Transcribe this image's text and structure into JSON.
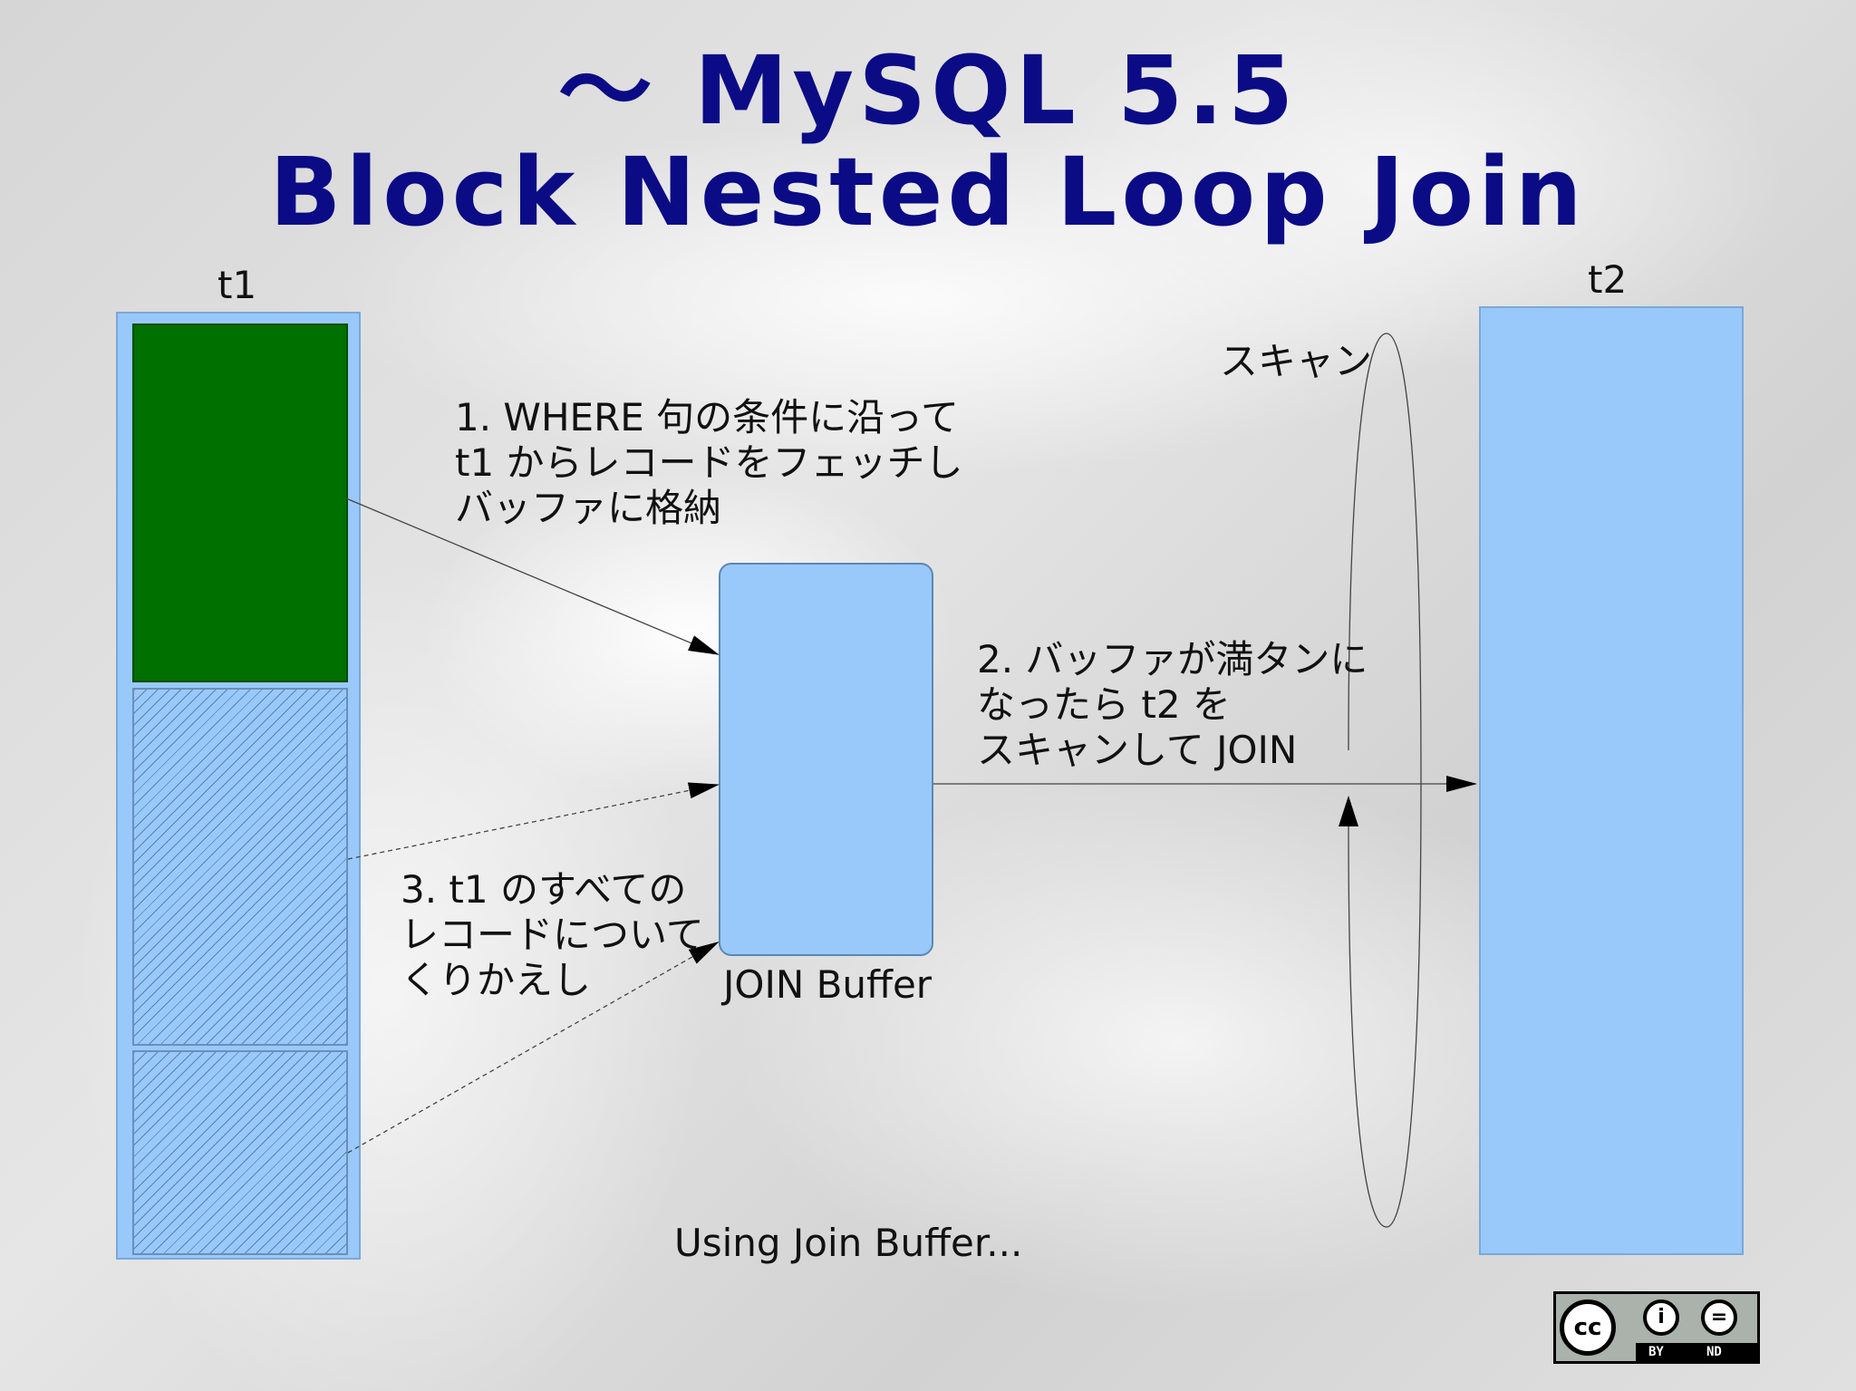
{
  "title": {
    "line1": "〜 MySQL 5.5",
    "line2": "Block Nested Loop Join"
  },
  "tables": {
    "t1": "t1",
    "t2": "t2"
  },
  "buffer_label": "JOIN Buffer",
  "scan_label": "スキャン",
  "steps": {
    "step1": [
      "1. WHERE 句の条件に沿って",
      "t1 からレコードをフェッチし",
      "バッファに格納"
    ],
    "step2": [
      "2.  バッファが満タンに",
      "なったら t2 を",
      "スキャンして JOIN"
    ],
    "step3": [
      "3. t1 のすべての",
      "レコードについて",
      "くりかえし"
    ]
  },
  "footer_text": "Using Join Buffer...",
  "license": {
    "mark": "cc",
    "by": "BY",
    "nd": "ND",
    "icons": [
      "cc-icon",
      "attribution-icon",
      "no-derivatives-icon"
    ]
  },
  "colors": {
    "title": "#0b0b86",
    "table_fill": "#99c9fb",
    "fetched_fill": "#007000"
  }
}
